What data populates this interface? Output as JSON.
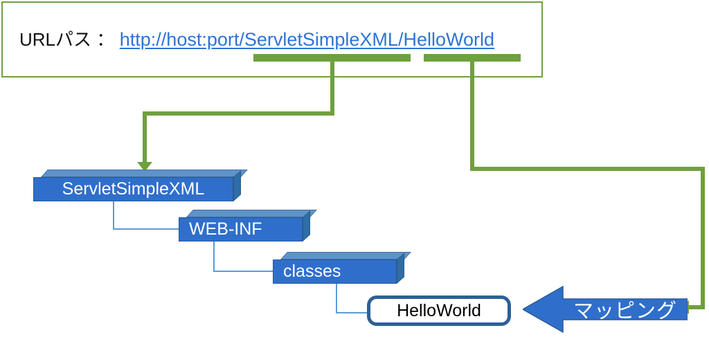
{
  "diagram": {
    "title": "Servlet URL path mapping diagram",
    "colors": {
      "green": "#6FA03E",
      "box_face_blue": "#2F6FCB",
      "box_top_blue": "#5E93C9",
      "box_side_blue": "#2E6DA6",
      "link_blue": "#2E74D6",
      "connector_blue": "#5B9BD5",
      "arrow_blue": "#2F6FCB",
      "node_border_blue": "#2E6096",
      "text_black": "#101010",
      "text_white": "#FFFFFF"
    }
  },
  "url_panel": {
    "label": "URLパス ：",
    "link_text": "http://host:port/ServletSimpleXML/HelloWorld",
    "highlight_segments": [
      {
        "name": "ServletSimpleXML",
        "label": "ServletSimpleXML"
      },
      {
        "name": "HelloWorld",
        "label": "HelloWorld"
      }
    ]
  },
  "tree": {
    "nodes": [
      {
        "id": "servletsimplexml",
        "label": "ServletSimpleXML",
        "type": "folder",
        "align": "center"
      },
      {
        "id": "webinf",
        "label": "WEB-INF",
        "type": "folder",
        "align": "left"
      },
      {
        "id": "classes",
        "label": "classes",
        "type": "folder",
        "align": "left"
      },
      {
        "id": "helloworld",
        "label": "HelloWorld",
        "type": "class",
        "align": "center"
      }
    ]
  },
  "mapping_arrow": {
    "label": "マッピング",
    "direction": "left"
  }
}
